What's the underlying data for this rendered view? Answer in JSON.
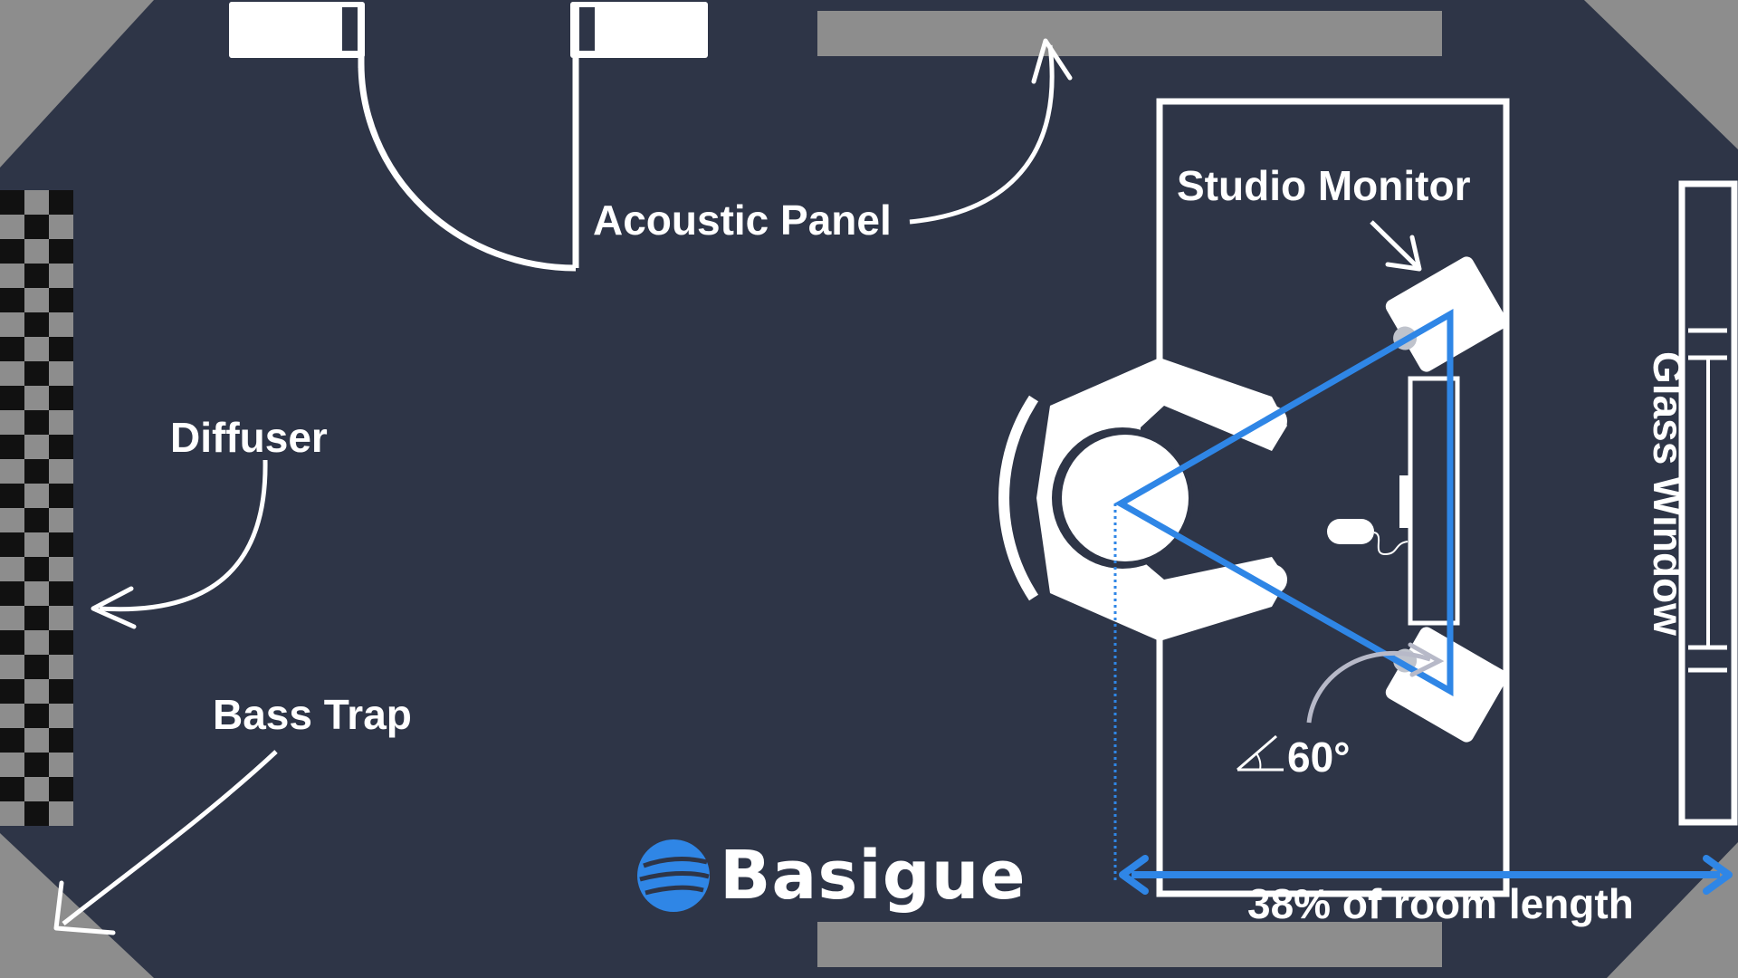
{
  "labels": {
    "acoustic_panel": "Acoustic Panel",
    "studio_monitor": "Studio Monitor",
    "diffuser": "Diffuser",
    "bass_trap": "Bass Trap",
    "glass_window": "Glass Window",
    "angle": "60°",
    "listening_position": "38% of room length"
  },
  "brand": {
    "name": "Basigue",
    "logo_icon": "globe-icon"
  },
  "colors": {
    "background": "#2e3547",
    "wall_treatment": "#8d8d8d",
    "lines": "#ffffff",
    "accent_blue": "#2f86e6"
  }
}
